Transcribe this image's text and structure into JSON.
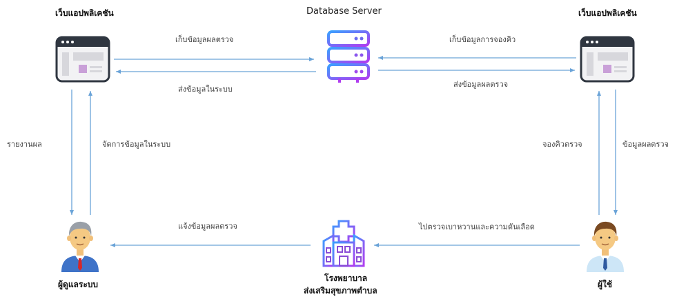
{
  "nodes": {
    "web_left": "เว็บแอปพลิเคชัน",
    "server": "Database Server",
    "web_right": "เว็บแอปพลิเคชัน",
    "admin": "ผู้ดูแลระบบ",
    "hospital_line1": "โรงพยาบาล",
    "hospital_line2": "ส่งเสริมสุขภาพตำบล",
    "user": "ผู้ใช้"
  },
  "edges": {
    "left_to_server": "เก็บข้อมูลผลตรวจ",
    "server_to_left": "ส่งข้อมูลในระบบ",
    "right_to_server": "เก็บข้อมูลการจองคิว",
    "server_to_right": "ส่งข้อมูลผลตรวจ",
    "left_to_admin": "รายงานผล",
    "admin_to_left": "จัดการข้อมูลในระบบ",
    "user_to_right": "จองคิวตรวจ",
    "right_to_user": "ข้อมูลผลตรวจ",
    "hospital_to_admin": "แจ้งข้อมูลผลตรวจ",
    "user_to_hospital": "ไปตรวจเบาหวานและความดันเลือด"
  },
  "colors": {
    "arrow": "#6aa3d8",
    "server": "#7b4ce0",
    "hospital": "#8a4cd6"
  }
}
